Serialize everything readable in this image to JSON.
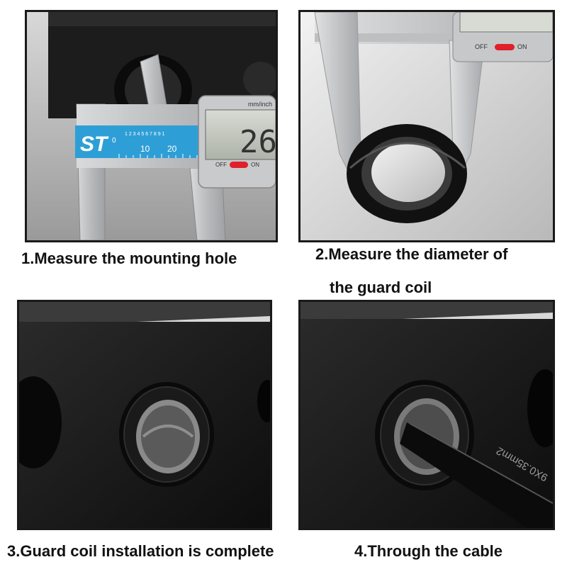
{
  "steps": [
    {
      "caption": "1.Measure the mounting hole",
      "caliper": {
        "brand": "ST",
        "unit_label": "mm/inch",
        "reading": "26",
        "off_label": "OFF",
        "on_label": "ON",
        "scale_10": "10",
        "scale_20": "20",
        "scale_0": "0",
        "fine_scale": "1 2 3 4 5 6 7 8 9 1"
      }
    },
    {
      "caption_line1": "2.Measure the diameter of",
      "caption_line2": "the guard coil",
      "caliper": {
        "off_label": "OFF",
        "on_label": "ON"
      }
    },
    {
      "caption": "3.Guard coil installation is complete"
    },
    {
      "caption": "4.Through the cable",
      "cable_print": "9X0.35mm2"
    }
  ],
  "colors": {
    "box_black": "#151515",
    "caliper_steel": "#bfc1c3",
    "scale_blue": "#2e9fd6",
    "switch_red": "#e0202a",
    "background": "#ffffff"
  }
}
